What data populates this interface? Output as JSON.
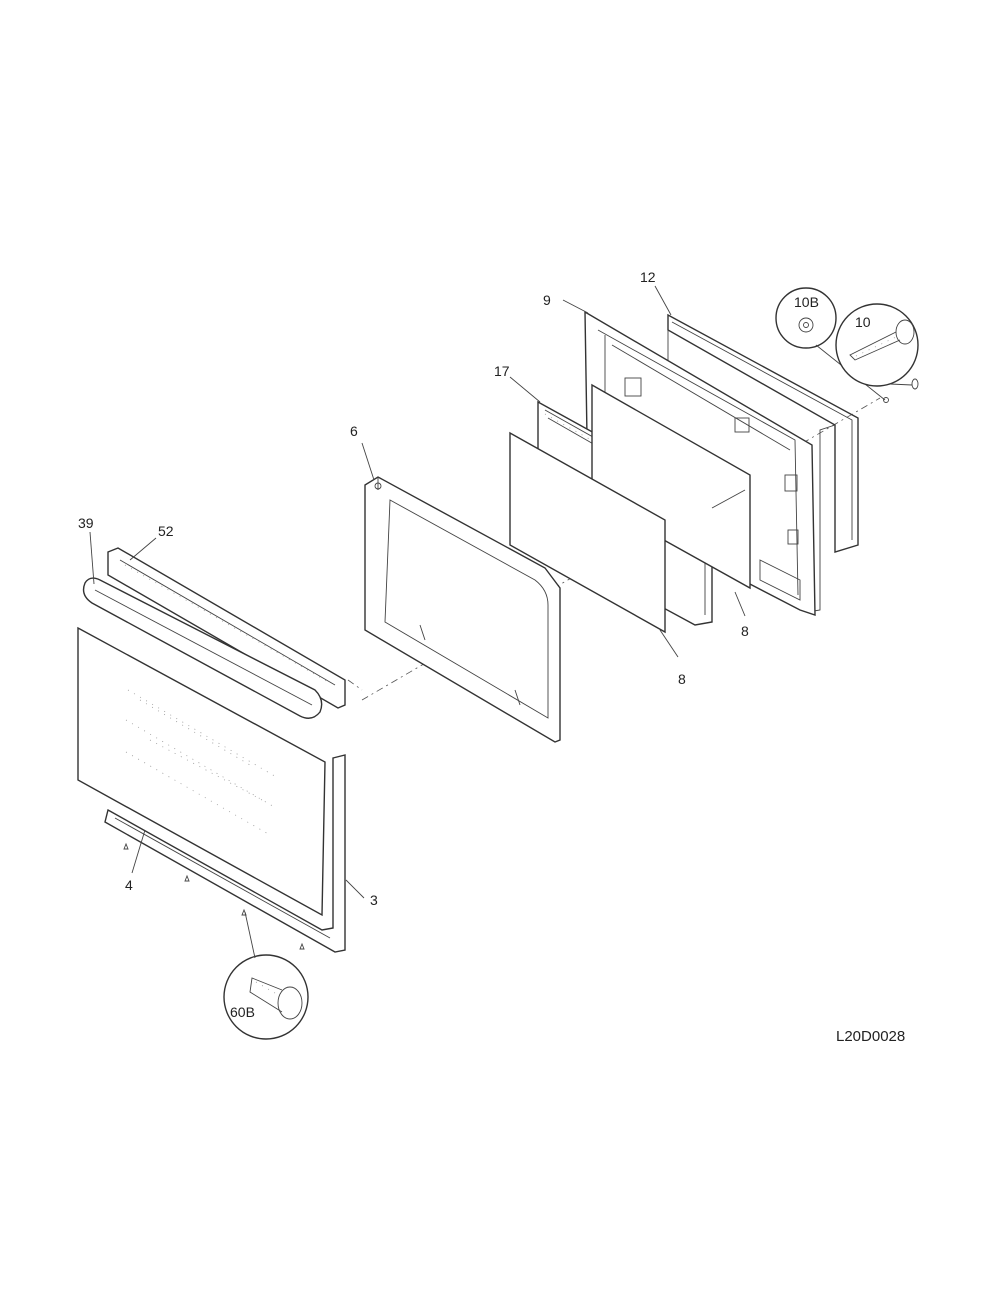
{
  "diagram": {
    "drawing_code": "L20D0028",
    "parts": [
      {
        "id": "part-9",
        "label": "9"
      },
      {
        "id": "part-12",
        "label": "12"
      },
      {
        "id": "part-10b",
        "label": "10B"
      },
      {
        "id": "part-10",
        "label": "10"
      },
      {
        "id": "part-17",
        "label": "17"
      },
      {
        "id": "part-6",
        "label": "6"
      },
      {
        "id": "part-39",
        "label": "39"
      },
      {
        "id": "part-52",
        "label": "52"
      },
      {
        "id": "part-8-front",
        "label": "8"
      },
      {
        "id": "part-8-back",
        "label": "8"
      },
      {
        "id": "part-4",
        "label": "4"
      },
      {
        "id": "part-3",
        "label": "3"
      },
      {
        "id": "part-60b",
        "label": "60B"
      }
    ]
  }
}
